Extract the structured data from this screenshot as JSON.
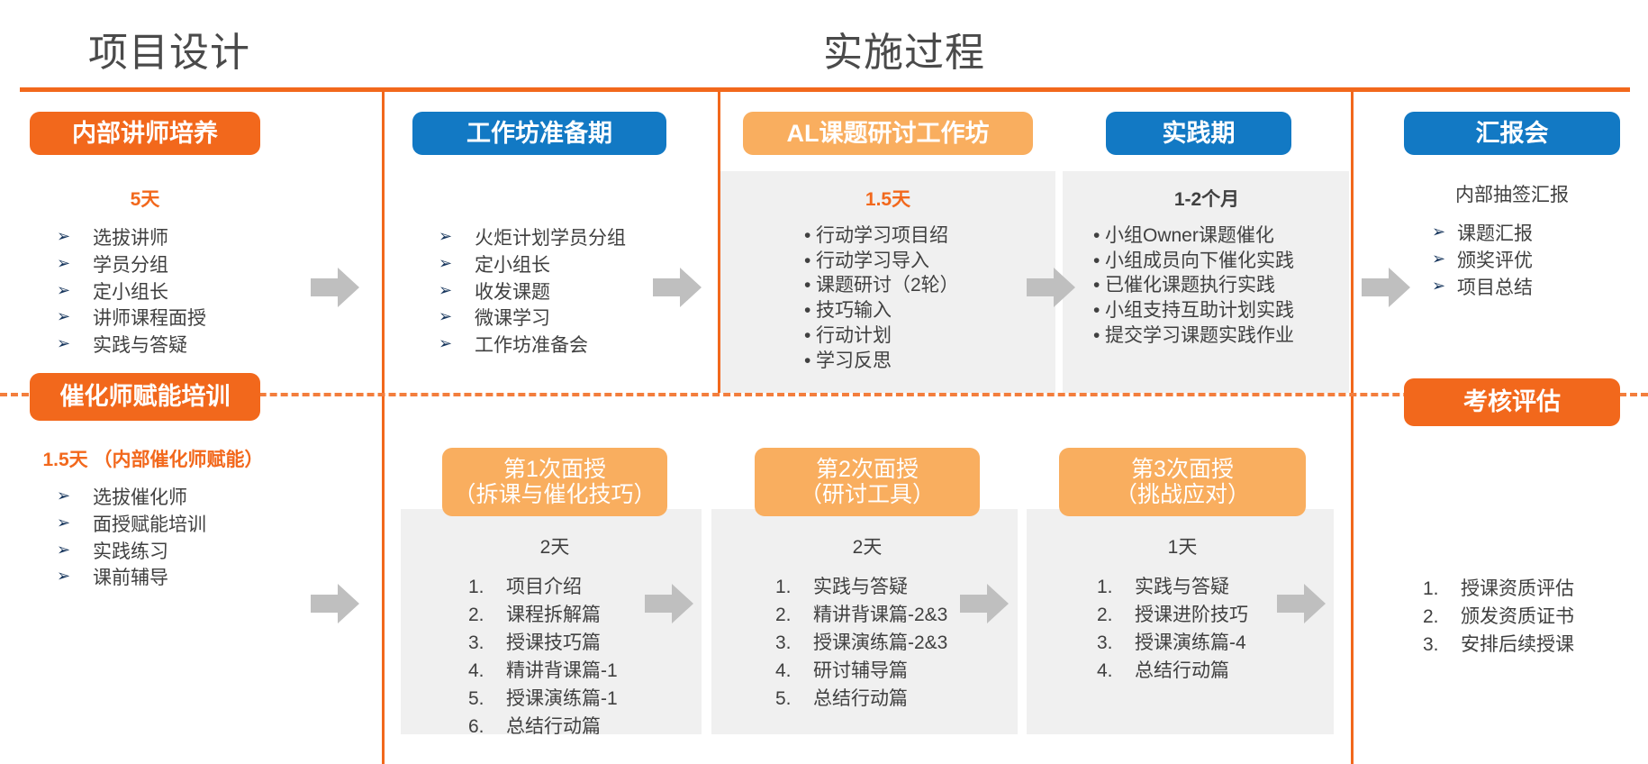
{
  "header": {
    "design_title": "项目设计",
    "implementation_title": "实施过程"
  },
  "colors": {
    "orange": "#F2681C",
    "blue": "#1279C4",
    "light_orange": "#F9AE5F",
    "panel_grey": "#F0F0F0",
    "arrow_grey": "#BFBFBF",
    "text_dark": "#404040"
  },
  "top_row": {
    "col1": {
      "title": "内部讲师培养",
      "duration": "5天",
      "items": [
        "选拔讲师",
        "学员分组",
        "定小组长",
        "讲师课程面授",
        "实践与答疑"
      ]
    },
    "col2": {
      "title": "工作坊准备期",
      "duration": "",
      "items": [
        "火炬计划学员分组",
        "定小组长",
        "收发课题",
        "微课学习",
        "工作坊准备会"
      ]
    },
    "col3": {
      "title": "AL课题研讨工作坊",
      "duration": "1.5天",
      "items": [
        "行动学习项目绍",
        "行动学习导入",
        "课题研讨（2轮）",
        "技巧输入",
        "行动计划",
        "学习反思"
      ]
    },
    "col4": {
      "title": "实践期",
      "duration": "1-2个月",
      "items": [
        "小组Owner课题催化",
        "小组成员向下催化实践",
        "已催化课题执行实践",
        "小组支持互助计划实践",
        "提交学习课题实践作业"
      ]
    },
    "col5": {
      "title": "汇报会",
      "duration": "内部抽签汇报",
      "items": [
        "课题汇报",
        "颁奖评优",
        "项目总结"
      ]
    }
  },
  "bottom_row": {
    "col1": {
      "title": "催化师赋能培训",
      "duration": "1.5天 （内部催化师赋能）",
      "items": [
        "选拔催化师",
        "面授赋能培训",
        "实践练习",
        "课前辅导"
      ]
    },
    "col2": {
      "title_line1": "第1次面授",
      "title_line2": "（拆课与催化技巧）",
      "duration": "2天",
      "items": [
        "项目介绍",
        "课程拆解篇",
        "授课技巧篇",
        "精讲背课篇-1",
        "授课演练篇-1",
        "总结行动篇"
      ]
    },
    "col3": {
      "title_line1": "第2次面授",
      "title_line2": "（研讨工具）",
      "duration": "2天",
      "items": [
        "实践与答疑",
        "精讲背课篇-2&3",
        "授课演练篇-2&3",
        "研讨辅导篇",
        "总结行动篇"
      ]
    },
    "col4": {
      "title_line1": "第3次面授",
      "title_line2": "（挑战应对）",
      "duration": "1天",
      "items": [
        "实践与答疑",
        "授课进阶技巧",
        "授课演练篇-4",
        "总结行动篇"
      ]
    },
    "col5": {
      "title": "考核评估",
      "duration": "",
      "items": [
        "授课资质评估",
        "颁发资质证书",
        "安排后续授课"
      ]
    }
  },
  "markers": {
    "arrow_bullet": "➢",
    "dot_bullet": "•",
    "flow_arrow": "flow-arrow-right"
  }
}
